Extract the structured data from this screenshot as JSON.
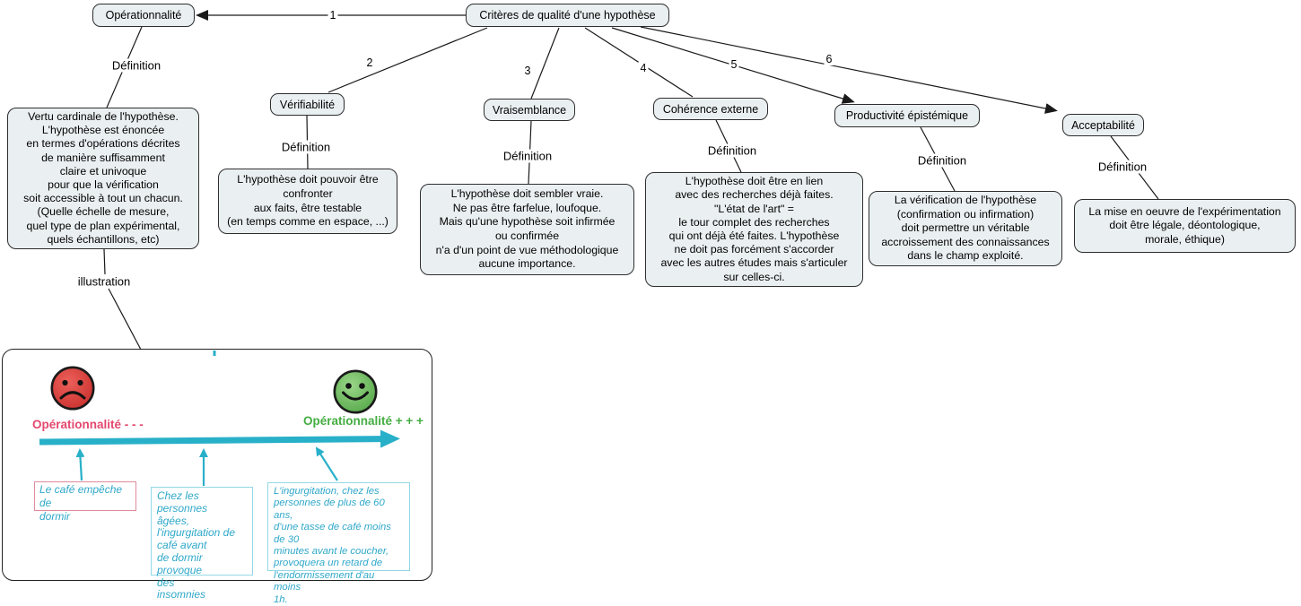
{
  "map": {
    "root_label": "Critères de qualité d'une hypothèse",
    "edge_labels": {
      "definition": "Définition",
      "illustration": "illustration"
    },
    "numbers": [
      "1",
      "2",
      "3",
      "4",
      "5",
      "6"
    ],
    "nodes": {
      "operationnalite": {
        "label": "Opérationnalité",
        "definition": "Vertu cardinale de l'hypothèse.\nL'hypothèse est énoncée\nen termes d'opérations décrites\nde manière suffisamment\nclaire et univoque\npour que la vérification\nsoit accessible à tout un chacun.\n(Quelle échelle de mesure,\nquel type de plan expérimental,\nquels échantillons, etc)"
      },
      "verifiabilite": {
        "label": "Vérifiabilité",
        "definition": "L'hypothèse doit pouvoir être\nconfronter\naux faits, être testable\n(en temps comme en espace, ...)"
      },
      "vraisemblance": {
        "label": "Vraisemblance",
        "definition": "L'hypothèse doit sembler vraie.\nNe pas être farfelue, loufoque.\nMais qu'une hypothèse soit infirmée\nou confirmée\nn'a d'un point de vue méthodologique\naucune importance."
      },
      "coherence_externe": {
        "label": "Cohérence externe",
        "definition": "L'hypothèse doit être en lien\navec des recherches déjà faites.\n\"L'état de l'art\" =\nle tour complet des recherches\nqui ont déjà été faites. L'hypothèse\nne doit pas forcément s'accorder\navec les autres études mais s'articuler\nsur celles-ci."
      },
      "productivite_epistemique": {
        "label": "Productivité épistémique",
        "definition": "La vérification de l'hypothèse\n(confirmation ou infirmation)\ndoit permettre un véritable\naccroissement des connaissances\ndans le champ exploité."
      },
      "acceptabilite": {
        "label": "Acceptabilité",
        "definition": "La mise en oeuvre de l'expérimentation\ndoit être légale, déontologique,\nmorale, éthique)"
      }
    },
    "illustration": {
      "negative_label": "Opérationnalité - - -",
      "positive_label": "Opérationnalité + + +",
      "examples": [
        {
          "text": "Le café empêche de\ndormir"
        },
        {
          "text": "Chez les personnes\nâgées,\nl'ingurgitation de\ncafé avant\nde dormir provoque\ndes\ninsomnies"
        },
        {
          "text": "L'ingurgitation, chez les\npersonnes de plus de 60 ans,\nd'une tasse de café moins de 30\nminutes avant le coucher,\nprovoquera un retard de\nl'endormissement d'au moins\n1h."
        }
      ]
    },
    "colors": {
      "node_fill": "#eaeff1",
      "node_border": "#2e2e2e",
      "link_teal": "#29b0c9",
      "negative_pink": "#e3486e",
      "positive_green": "#45ad42",
      "example_pink_border": "#e08b9b",
      "example_teal_border": "#93d8e5",
      "example_text_teal": "#2fa8c9",
      "sad_face_red": "#d63c36",
      "happy_face_green": "#6cbd5c"
    }
  }
}
